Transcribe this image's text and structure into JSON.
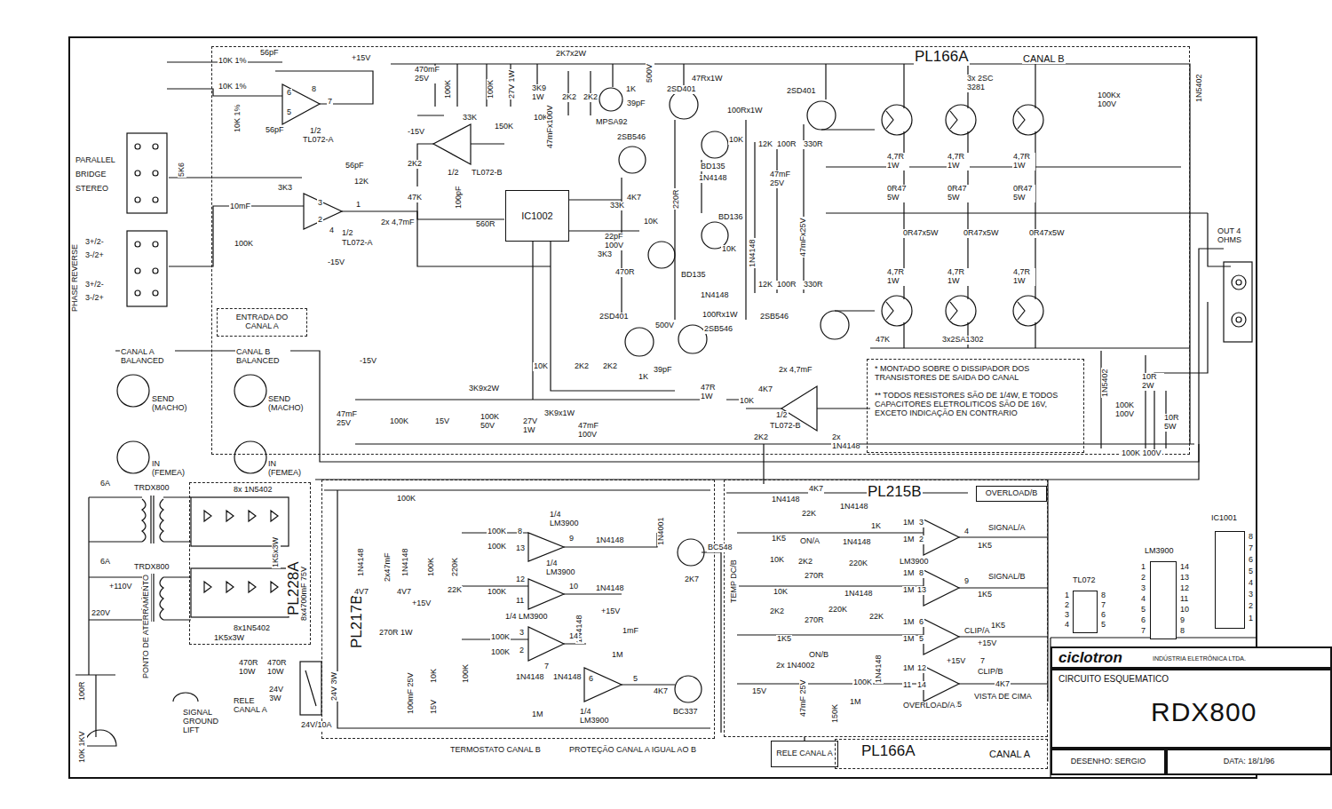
{
  "diagram": {
    "nodes": [
      {
        "text": [
          "PL166A",
          "CANAL B"
        ]
      },
      {
        "text": [
          "IC1002"
        ],
        "in": 0
      },
      {
        "text": [
          "* MONTADO SOBRE O DISSIPADOR DOS TRANSISTORES DE SAIDA DO CANAL",
          "** TODOS RESISTORES SÃO DE 1/4W, E TODOS CAPACITORES ELETROLITICOS SÃO DE 16V, EXCETO INDICAÇÃO EN CONTRARIO"
        ],
        "in": 0
      },
      {
        "text": [
          "ENTRADA DO CANAL A"
        ],
        "in": 0
      },
      {
        "text": [
          "PL228A"
        ]
      },
      {
        "text": [
          "PL217B"
        ]
      },
      {
        "text": [
          "PL215B"
        ]
      },
      {
        "text": [
          "OVERLOAD/B"
        ],
        "in": 6
      },
      {
        "text": [
          "RELE CANAL A"
        ]
      },
      {
        "text": [
          "PL166A",
          "CANAL A"
        ]
      },
      {
        "text": [
          "ciclotron",
          "INDÚSTRIA ELETRÔNICA LTDA."
        ]
      },
      {
        "text": [
          "CIRCUITO ESQUEMATICO",
          "RDX800"
        ]
      },
      {
        "text": [
          "DESENHO: SERGIO"
        ]
      },
      {
        "text": [
          "DATA: 18/1/96"
        ]
      },
      {
        "text": [
          "IC1001"
        ]
      },
      {
        "text": [
          "TL072"
        ]
      },
      {
        "text": [
          "LM3900"
        ]
      }
    ],
    "edges": [
      {
        "from": 8,
        "to": 6,
        "arrow": "none"
      }
    ],
    "labels": [
      "10K 1%",
      "10K 1%",
      "56pF",
      "+15V",
      "6",
      "5",
      "8",
      "7",
      "1/2",
      "TL072-A",
      "10K 1%",
      "56pF",
      "PARALLEL",
      "BRIDGE",
      "STEREO",
      "5K6",
      "3K3",
      "56pF",
      "12K",
      "10mF",
      "3",
      "2",
      "1",
      "4",
      "1/2",
      "TL072-A",
      "-15V",
      "100K",
      "2x 4,7mF",
      "3+/2-",
      "3-/2+",
      "3+/2-",
      "3-/2+",
      "PHASE REVERSE",
      "CANAL A BALANCED",
      "CANAL B BALANCED",
      "SEND (MACHO)",
      "IN (FEMEA)",
      "SEND (MACHO)",
      "IN (FEMEA)",
      "-15V",
      "47mF 25V",
      "100K",
      "15V",
      "3K9x2W",
      "100K 50V",
      "27V 1W",
      "3K9x1W",
      "47mF 100V",
      "10K",
      "2K2",
      "2K2",
      "1K",
      "39pF",
      "500V",
      "2SD401",
      "2SB546",
      "100Rx1W",
      "47R 1W",
      "470R",
      "BD135",
      "3K3",
      "22pF 100V",
      "33K",
      "560R",
      "100pF",
      "47K",
      "2K2",
      "33K",
      "150K",
      "-15V",
      "1/2",
      "TL072-B",
      "470mF 25V",
      "100K",
      "100K",
      "27V 1W",
      "3K9 1W",
      "2K7x2W",
      "10K",
      "47mFx100V",
      "2K2",
      "2K2",
      "1K",
      "MPSA92",
      "39pF",
      "500V",
      "47Rx1W",
      "2SD401",
      "100Rx1W",
      "10K",
      "12K",
      "100R",
      "330R",
      "BD135",
      "1N4148",
      "47mF 25V",
      "2SB546",
      "4K7",
      "220R",
      "10K",
      "BD136",
      "47mFx25V",
      "1N4148",
      "10K",
      "12K",
      "100R",
      "330R",
      "1N4148",
      "2SD401",
      "3x 2SC 3281",
      "2SB546",
      "3x2SA1302",
      "100Kx 100V",
      "1N5402",
      "4,7R 1W",
      "4,7R 1W",
      "4,7R 1W",
      "0R47 5W",
      "0R47 5W",
      "0R47 5W",
      "0R47x5W",
      "0R47x5W",
      "0R47x5W",
      "4,7R 1W",
      "4,7R 1W",
      "4,7R 1W",
      "OUT 4 OHMS",
      "47K",
      "1N5402",
      "10R 2W",
      "100K 100V",
      "10R 5W",
      "100K 100V",
      "10K",
      "4K7",
      "2x 4,7mF",
      "1/2",
      "TL072-B",
      "2K2",
      "2x 1N4148",
      "6A",
      "TRDX800",
      "6A",
      "TRDX800",
      "8x 1N5402",
      "8x4700mF 75V",
      "1K5x3W",
      "8x1N5402",
      "1K5x3W",
      "+110V",
      "220V",
      "PONTO DE ATERRAMENTO",
      "100R",
      "10K 1KV",
      "SIGNAL GROUND LIFT",
      "470R 10W",
      "470R 10W",
      "24V 3W",
      "24V 3W",
      "RELE CANAL A",
      "24V/10A",
      "100K",
      "1N4148",
      "2x47mF",
      "1N4148",
      "4V7",
      "4V7",
      "+15V",
      "100K",
      "220K",
      "22K",
      "100K",
      "100K",
      "8",
      "13",
      "9",
      "1/4 LM3900",
      "1N4148",
      "100K",
      "12",
      "11",
      "10",
      "1/4 LM3900",
      "1N4148",
      "1N4148",
      "+15V",
      "1mF",
      "1M",
      "1/4 LM3900",
      "100K",
      "100K",
      "3",
      "2",
      "14",
      "7",
      "270R 1W",
      "10K",
      "100K",
      "100mF 25V",
      "15V",
      "1N4148",
      "1N4148",
      "1M",
      "6",
      "5",
      "1/4 LM3900",
      "4K7",
      "BC337",
      "1N4001",
      "BC548",
      "2K7",
      "TEMP DC/B",
      "TERMOSTATO CANAL B",
      "PROTEÇÃO CANAL A IGUAL AO B",
      "1N4148",
      "4K7",
      "22K",
      "ON/A",
      "1N4148",
      "1K",
      "1K5",
      "1N4148",
      "10K",
      "2K2",
      "270R",
      "220K",
      "1M",
      "1M",
      "3",
      "2",
      "4",
      "LM3900",
      "SIGNAL/A",
      "1K5",
      "1N4148",
      "1M",
      "1M",
      "8",
      "13",
      "9",
      "SIGNAL/B",
      "1K5",
      "10K",
      "2K2",
      "270R",
      "220K",
      "22K",
      "1K5",
      "ON/B",
      "1N4148",
      "1M",
      "1M",
      "6",
      "5",
      "CLIP/A",
      "1K5",
      "+15V",
      "2x 1N4002",
      "15V",
      "47mF 25V",
      "150K",
      "100K",
      "1M",
      "1M",
      "11",
      "12",
      "14",
      "+15V",
      "7",
      "1K5",
      "CLIP/B",
      "4K7",
      "OVERLOAD/A",
      "VISTA DE CIMA",
      "1",
      "2",
      "3",
      "4",
      "8",
      "7",
      "6",
      "5",
      "1",
      "2",
      "3",
      "4",
      "5",
      "6",
      "7",
      "14",
      "13",
      "12",
      "11",
      "10",
      "9",
      "8",
      "8",
      "7",
      "6",
      "5",
      "4",
      "3",
      "2",
      "1"
    ]
  }
}
